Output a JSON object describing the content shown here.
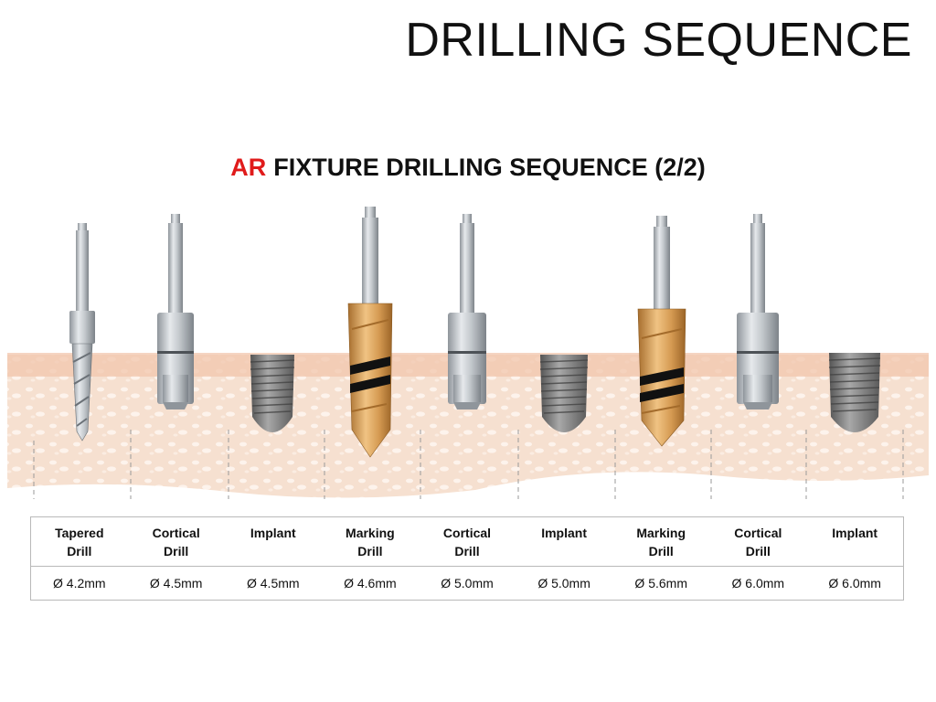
{
  "slide": {
    "title": "DRILLING SEQUENCE",
    "subtitle_accent": "AR",
    "subtitle_rest": "FIXTURE DRILLING SEQUENCE (2/2)"
  },
  "colors": {
    "accent": "#e01b1b",
    "bone": "#f3d7c4",
    "steel": "#b9bec3",
    "gold": "#d9a25c",
    "implant": "#7c7c7c"
  },
  "tools": [
    {
      "kind": "tapered-drill",
      "icon": "tapered-drill-icon"
    },
    {
      "kind": "cortical-drill",
      "icon": "cortical-drill-icon"
    },
    {
      "kind": "implant",
      "icon": "implant-icon"
    },
    {
      "kind": "marking-drill",
      "icon": "marking-drill-icon"
    },
    {
      "kind": "cortical-drill",
      "icon": "cortical-drill-icon"
    },
    {
      "kind": "implant",
      "icon": "implant-icon"
    },
    {
      "kind": "marking-drill",
      "icon": "marking-drill-icon"
    },
    {
      "kind": "cortical-drill",
      "icon": "cortical-drill-icon"
    },
    {
      "kind": "implant",
      "icon": "implant-icon"
    }
  ],
  "table": {
    "headers": [
      "Tapered\nDrill",
      "Cortical\nDrill",
      "Implant",
      "Marking\nDrill",
      "Cortical\nDrill",
      "Implant",
      "Marking\nDrill",
      "Cortical\nDrill",
      "Implant"
    ],
    "values": [
      "Ø 4.2mm",
      "Ø 4.5mm",
      "Ø 4.5mm",
      "Ø 4.6mm",
      "Ø 5.0mm",
      "Ø 5.0mm",
      "Ø 5.6mm",
      "Ø 6.0mm",
      "Ø 6.0mm"
    ]
  }
}
